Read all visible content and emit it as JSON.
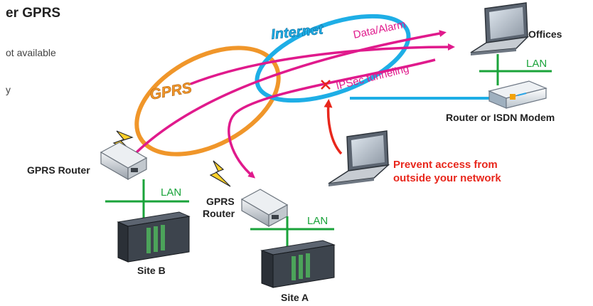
{
  "text": {
    "title_fragment": "er GPRS",
    "body_line1": "ot available",
    "body_line2": "y"
  },
  "clouds": {
    "internet": "Internet",
    "gprs": "GPRS"
  },
  "flows": {
    "data_alarm": "Data/Alarm",
    "ipsec": "IPSec tunneling"
  },
  "labels": {
    "offices": "Offices",
    "router_isdn": "Router or ISDN Modem",
    "gprs_router_b": "GPRS Router",
    "gprs_router_a_line1": "GPRS",
    "gprs_router_a_line2": "Router",
    "site_b": "Site B",
    "site_a": "Site A",
    "lan_office": "LAN",
    "lan_b": "LAN",
    "lan_a": "LAN",
    "prevent_line1": "Prevent access from",
    "prevent_line2": "outside your network"
  },
  "colors": {
    "internet_ring": "#1eaee6",
    "gprs_ring": "#f0962a",
    "flow_arrows": "#e01a8c",
    "lan_line": "#1aa33a",
    "blocked_access": "#e8271c"
  }
}
